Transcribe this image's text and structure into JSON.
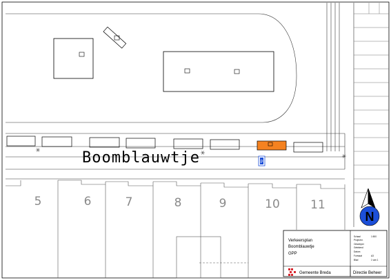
{
  "map": {
    "street_name": "Boomblauwtje",
    "house_numbers": [
      "5",
      "6",
      "7",
      "8",
      "9",
      "10",
      "11"
    ]
  },
  "north_arrow": {
    "letter": "N"
  },
  "title_block": {
    "lines": [
      "Verkeersplan",
      "Boomblauwtje",
      "GPP"
    ],
    "municipality": "Gemeente Breda",
    "department": "Directie Beheer",
    "fields": [
      {
        "label": "Schaal",
        "value": "1:500"
      },
      {
        "label": "Projectnr.",
        "value": ""
      },
      {
        "label": "Ontwerper",
        "value": ""
      },
      {
        "label": "Getekend",
        "value": ""
      },
      {
        "label": "Datum",
        "value": ""
      },
      {
        "label": "Formaat",
        "value": "A3"
      },
      {
        "label": "Blad",
        "value": "1 van 1"
      }
    ]
  },
  "colors": {
    "parking_highlight": "#f58220",
    "parking_sign": "#1c4fd8",
    "north_circle": "#1c4fd8",
    "municipality_logo": "#d8282f"
  }
}
